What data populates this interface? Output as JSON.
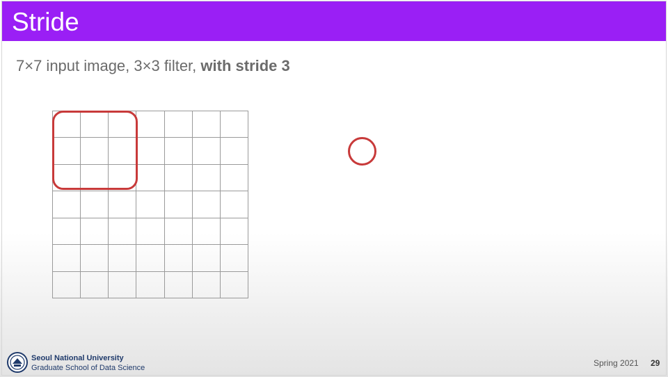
{
  "slide": {
    "title": "Stride",
    "subtitle_plain": "7×7 input image, 3×3 filter, ",
    "subtitle_bold": "with stride 3"
  },
  "diagram": {
    "grid_rows": 7,
    "grid_cols": 7,
    "filter_rows": 3,
    "filter_cols": 3,
    "accent_color": "#c83a3a",
    "grid_line_color": "#9a9a9a"
  },
  "footer": {
    "university": "Seoul National University",
    "school": "Graduate School of Data Science",
    "term": "Spring 2021",
    "page_number": "29",
    "logo_icon": "snu-emblem-icon"
  },
  "theme": {
    "title_bar_color": "#9a1ff5",
    "text_color": "#6b6b6b",
    "footer_text_color": "#1f3a6b"
  }
}
